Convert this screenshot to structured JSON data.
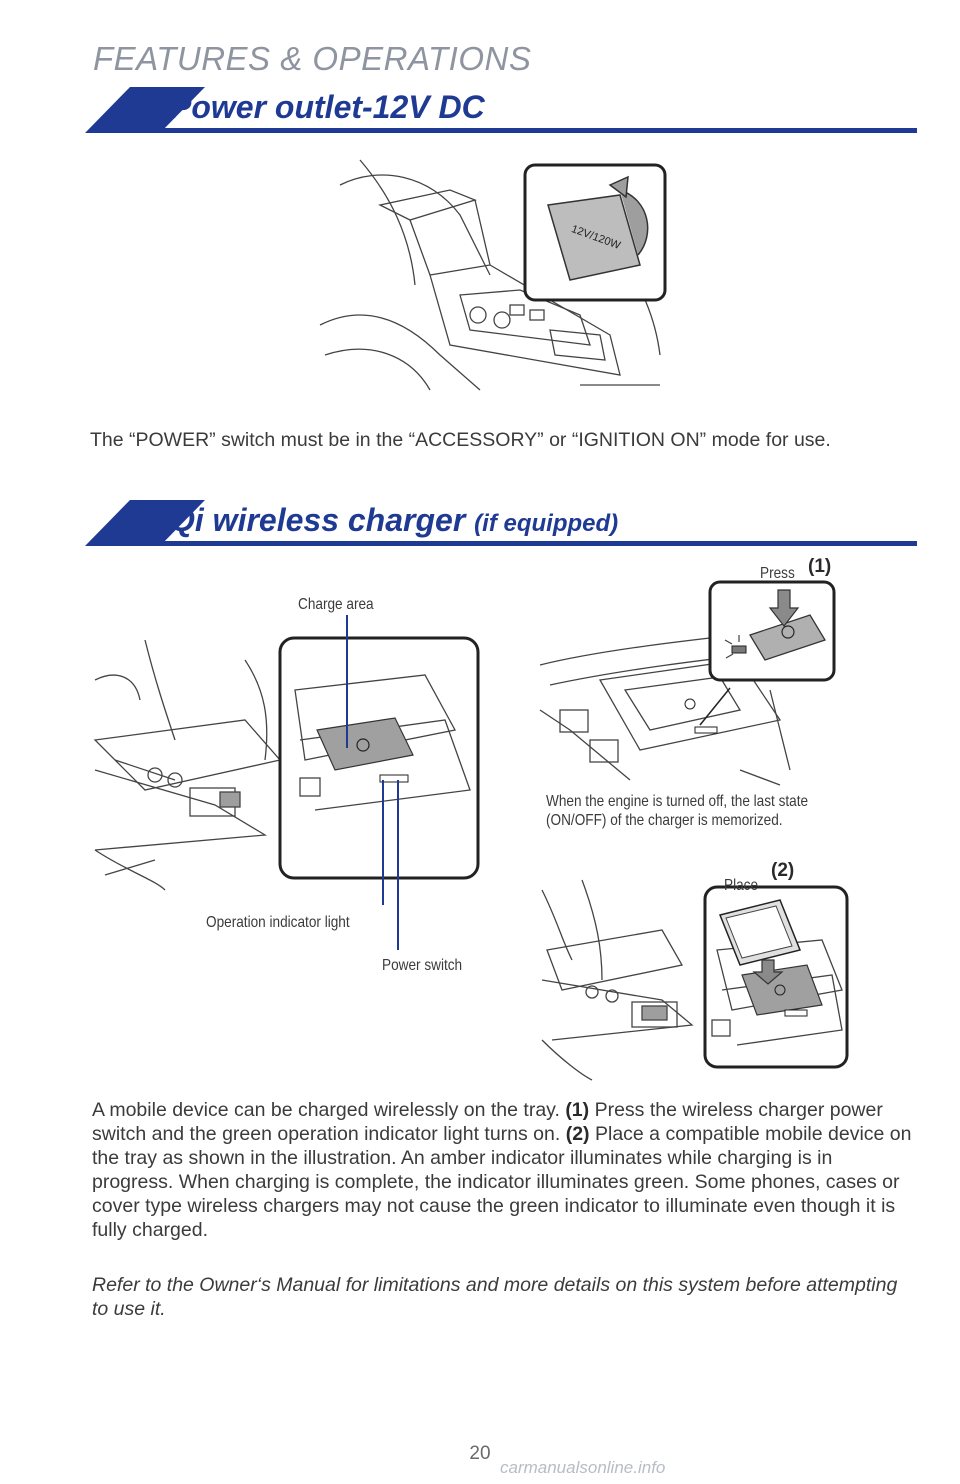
{
  "header": {
    "section": "FEATURES & OPERATIONS"
  },
  "power_outlet": {
    "title": "Power outlet-12V DC",
    "outlet_label": "12V/120W",
    "description": "The “POWER” switch must be in the “ACCESSORY” or “IGNITION ON” mode for use."
  },
  "qi_charger": {
    "title": "Qi wireless charger",
    "title_suffix": "(if equipped)",
    "labels": {
      "charge_area": "Charge area",
      "operation_indicator": "Operation indicator light",
      "power_switch": "Power switch",
      "press": "Press",
      "press_num": "(1)",
      "place": "Place",
      "place_num": "(2)",
      "memory_note_line1": "When the engine is turned off, the last state",
      "memory_note_line2": "(ON/OFF) of the charger is memorized."
    },
    "body": {
      "p1": "A mobile device can be charged wirelessly on the tray. ",
      "s1": "(1)",
      "p2": " Press the wireless charger power switch and the green operation indicator light turns on. ",
      "s2": "(2)",
      "p3": " Place a compatible mobile device on the tray as shown in the illustration. An amber indicator illuminates while charging is in progress. When charging is complete, the indicator illuminates green. Some phones, cases or cover type wireless chargers may not cause the green indicator to illuminate even though it is fully charged."
    },
    "note": "Refer to the Owner‘s Manual for limitations and more details on this system before attempting to use it."
  },
  "footer": {
    "page_number": "20",
    "watermark": "carmanualsonline.info"
  },
  "colors": {
    "brand_blue": "#1f3a93",
    "gray_heading": "#8e95a0"
  }
}
